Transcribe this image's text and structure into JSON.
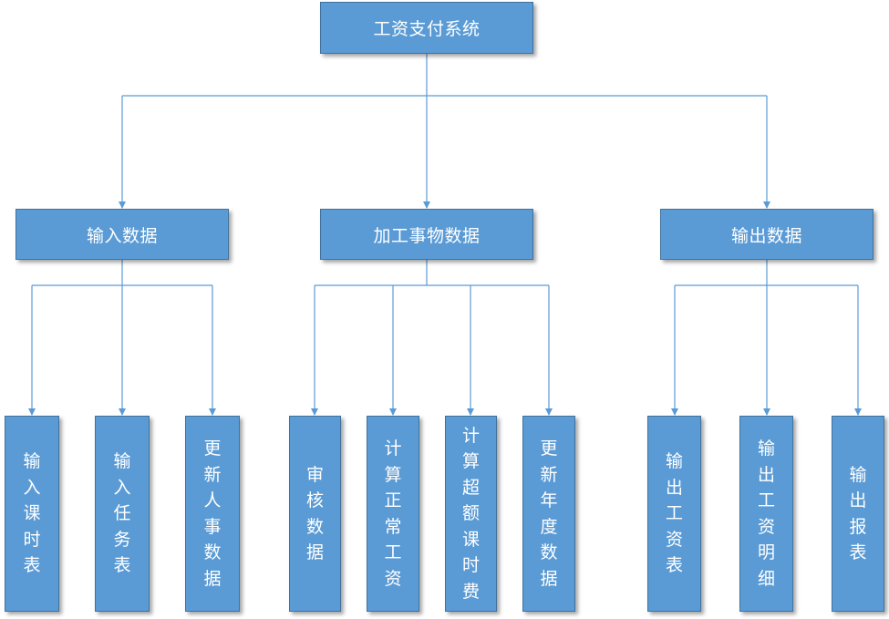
{
  "colors": {
    "box_fill": "#5b9bd5",
    "box_border": "#41719c",
    "box_text": "#ffffff",
    "connector": "#5b9bd5"
  },
  "root": {
    "label": "工资支付系统"
  },
  "branches": [
    {
      "label": "输入数据",
      "children": [
        {
          "label": "输入课时表"
        },
        {
          "label": "输入任务表"
        },
        {
          "label": "更新人事数据"
        }
      ]
    },
    {
      "label": "加工事物数据",
      "children": [
        {
          "label": "审核数据"
        },
        {
          "label": "计算正常工资"
        },
        {
          "label": "计算超额课时费"
        },
        {
          "label": "更新年度数据"
        }
      ]
    },
    {
      "label": "输出数据",
      "children": [
        {
          "label": "输出工资表"
        },
        {
          "label": "输出工资明细"
        },
        {
          "label": "输出报表"
        }
      ]
    }
  ]
}
